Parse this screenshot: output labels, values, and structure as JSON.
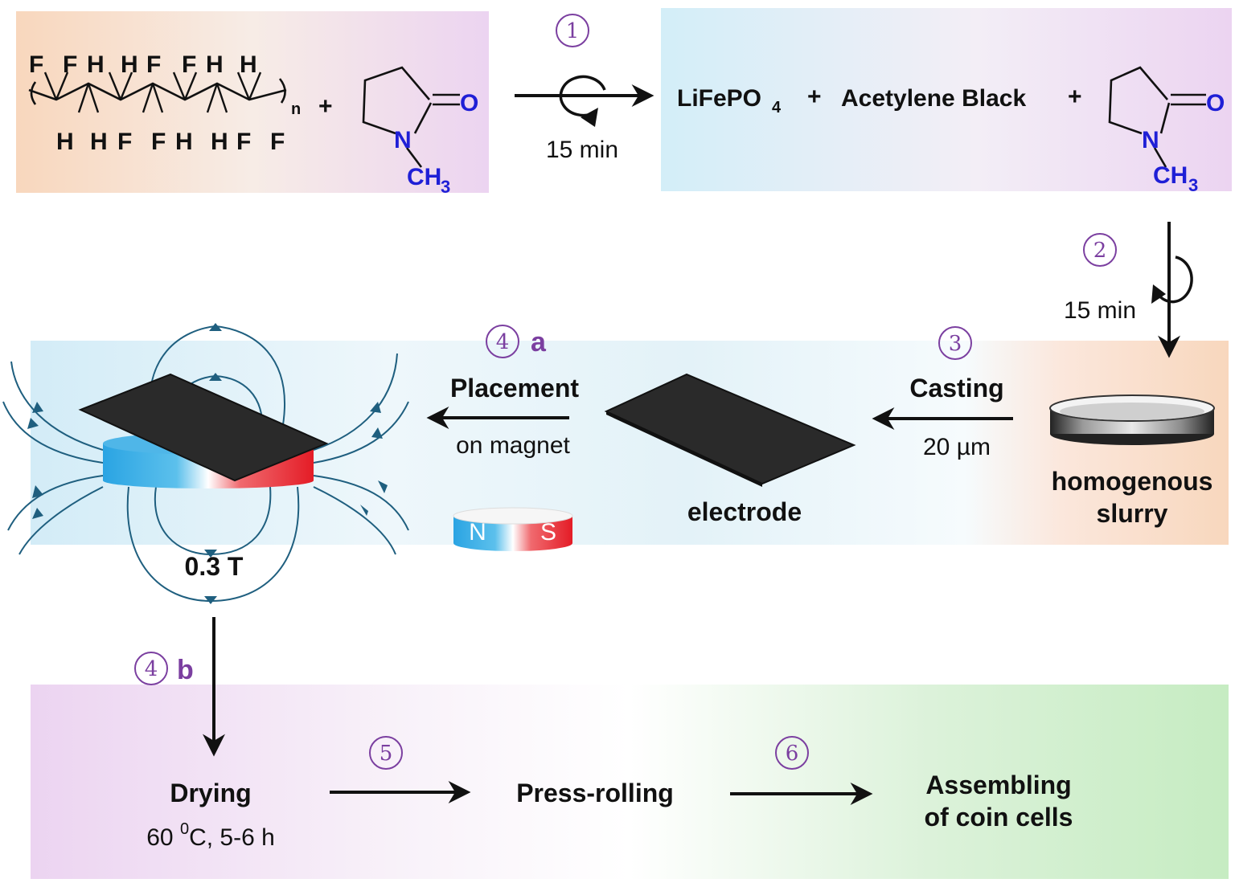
{
  "steps": {
    "s1": "1",
    "s2": "2",
    "s3": "3",
    "s4a_num": "4",
    "s4a_letter": "a",
    "s4b_num": "4",
    "s4b_letter": "b",
    "s5": "5",
    "s6": "6"
  },
  "reaction": {
    "pvdf_atoms_top": [
      "F",
      "F",
      "H",
      "H",
      "F",
      "F",
      "H",
      "H"
    ],
    "pvdf_atoms_bottom": [
      "H",
      "H",
      "F",
      "F",
      "H",
      "H",
      "F",
      "F"
    ],
    "pvdf_subscript": "n",
    "plus": "+",
    "nmp_o": "O",
    "nmp_n": "N",
    "nmp_ch3_main": "CH",
    "nmp_ch3_sub": "3",
    "step1_time": "15 min",
    "lifepo4_main": "LiFePO",
    "lifepo4_sub": "4",
    "acetylene_black": "Acetylene Black"
  },
  "labels": {
    "step2_time": "15 min",
    "homogenous": "homogenous",
    "slurry": "slurry",
    "casting": "Casting",
    "casting_thickness": "20 µm",
    "electrode": "electrode",
    "placement": "Placement",
    "on_magnet": "on magnet",
    "magnet_n": "N",
    "magnet_s": "S",
    "field_strength": "0.3 T",
    "drying": "Drying",
    "drying_temp_a": "60 ",
    "drying_temp_sup": "0",
    "drying_temp_b": "C, 5-6 h",
    "press_rolling": "Press-rolling",
    "assembling_1": "Assembling",
    "assembling_2": "of coin cells"
  },
  "colors": {
    "orange_bg": "#f8d9c0",
    "pink_bg": "#ecd8f0",
    "cyan_bg": "#d6eef7",
    "green_bg": "#ccefc8",
    "magnet_blue": "#29a3e0",
    "magnet_red": "#e8222c",
    "step_purple": "#7b3fa0",
    "nitrogen_blue": "#1f1fd6",
    "field_line": "#1f5f7f"
  }
}
